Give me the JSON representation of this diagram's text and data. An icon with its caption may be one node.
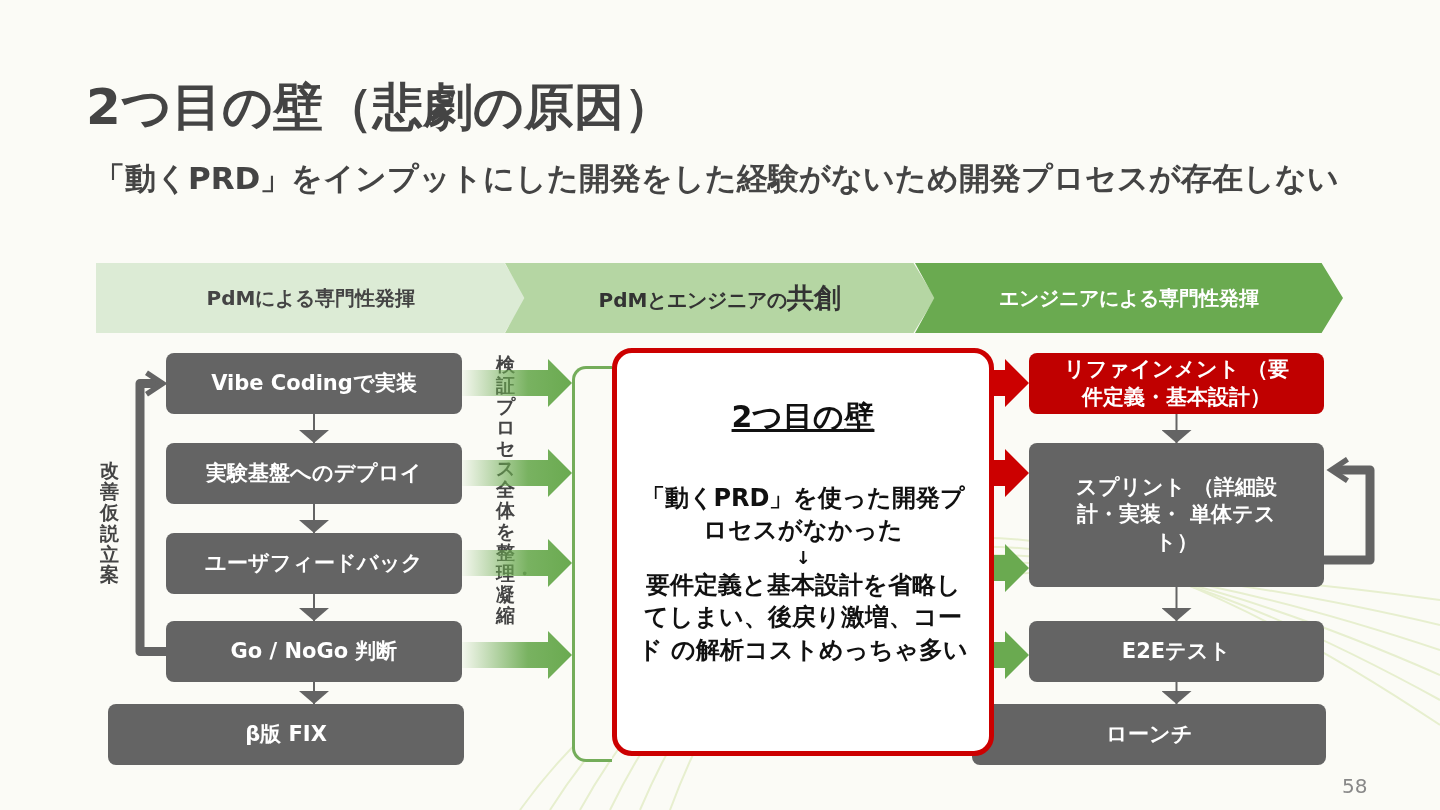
{
  "diagram": {
    "title": "2つ目の壁（悲劇の原因）",
    "nodes": [
      {
        "text": [
          "PdMによる専門性発揮"
        ]
      },
      {
        "text": [
          "PdMとエンジニアの**共創**"
        ]
      },
      {
        "text": [
          "エンジニアによる専門性発揮"
        ]
      },
      {
        "text": [
          "Vibe Codingで実装"
        ]
      },
      {
        "text": [
          "実験基盤へのデプロイ"
        ]
      },
      {
        "text": [
          "ユーザフィードバック"
        ]
      },
      {
        "text": [
          "Go / NoGo 判断"
        ]
      },
      {
        "text": [
          "β版 FIX"
        ]
      },
      {
        "text": [],
        "shape": "box"
      },
      {
        "text": [
          "2つ目の壁",
          "「動くPRD」を使った開発プロセスがなかった",
          "↓",
          "要件定義と基本設計を省略してしまい、後戻り激増、コード の解析コストめっちゃ多い"
        ]
      },
      {
        "text": [
          "リファインメント （要件定義・基本設計）"
        ]
      },
      {
        "text": [
          "スプリント （詳細設計・実装・ 単体テスト）"
        ]
      },
      {
        "text": [
          "E2Eテスト"
        ]
      },
      {
        "text": [
          "ローンチ"
        ]
      }
    ],
    "edges": [
      {
        "from": 3,
        "to": 4,
        "arrow": "to"
      },
      {
        "from": 4,
        "to": 5,
        "arrow": "to"
      },
      {
        "from": 5,
        "to": 6,
        "arrow": "to"
      },
      {
        "from": 6,
        "to": 7,
        "arrow": "to"
      },
      {
        "from": 6,
        "to": 3,
        "arrow": "to",
        "label": "改善仮説立案",
        "style": "thick"
      },
      {
        "from": 3,
        "to": 8,
        "arrow": "to",
        "style": "thick",
        "color": "#6aaa50"
      },
      {
        "from": 4,
        "to": 8,
        "arrow": "to",
        "style": "thick",
        "color": "#6aaa50"
      },
      {
        "from": 5,
        "to": 8,
        "arrow": "to",
        "style": "thick",
        "color": "#6aaa50"
      },
      {
        "from": 6,
        "to": 8,
        "arrow": "to",
        "style": "thick",
        "color": "#6aaa50"
      },
      {
        "from": 8,
        "to": 10,
        "arrow": "to",
        "style": "thick",
        "color": "#cc0000"
      },
      {
        "from": 8,
        "to": 11,
        "arrow": "to",
        "style": "thick",
        "color": "#cc0000"
      },
      {
        "from": 8,
        "to": 11,
        "arrow": "to",
        "style": "thick",
        "color": "#6aaa50"
      },
      {
        "from": 8,
        "to": 12,
        "arrow": "to",
        "style": "thick",
        "color": "#6aaa50"
      },
      {
        "from": 10,
        "to": 11,
        "arrow": "to"
      },
      {
        "from": 11,
        "to": 11,
        "arrow": "to",
        "style": "thick"
      },
      {
        "from": 11,
        "to": 12,
        "arrow": "to"
      },
      {
        "from": 12,
        "to": 13,
        "arrow": "to"
      }
    ],
    "labels": [
      "「動くPRD」をインプットにした開発をした経験がないため開発プロセスが存在しない",
      "検証プロセス全体を整理・凝縮",
      "58"
    ]
  }
}
